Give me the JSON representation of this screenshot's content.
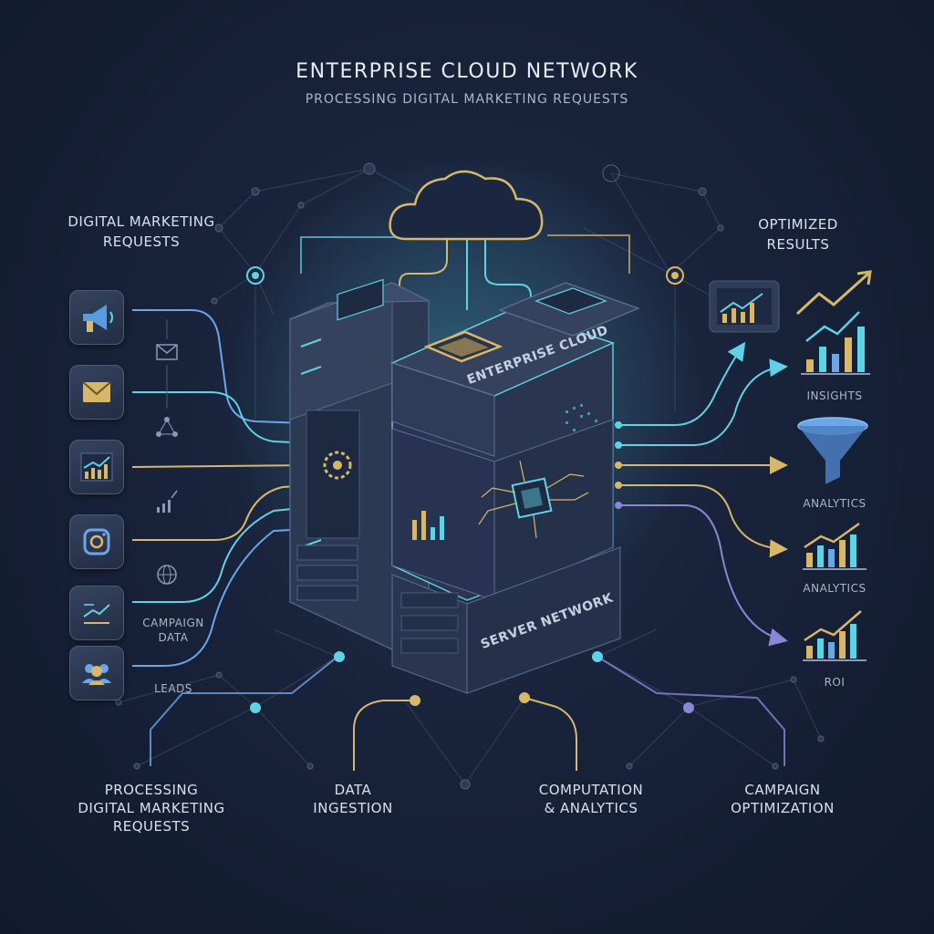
{
  "header": {
    "title": "ENTERPRISE CLOUD NETWORK",
    "subtitle": "PROCESSING DIGITAL MARKETING REQUESTS"
  },
  "left": {
    "heading": [
      "DIGITAL MARKETING",
      "REQUESTS"
    ],
    "campaign_label": [
      "CAMPAIGN",
      "DATA"
    ],
    "leads_label": "LEADS",
    "inputs": [
      "megaphone-icon",
      "email-icon",
      "chart-icon",
      "social-icon",
      "data-icon",
      "users-icon"
    ]
  },
  "right": {
    "heading": [
      "OPTIMIZED",
      "RESULTS"
    ],
    "outputs": [
      "INSIGHTS",
      "ANALYTICS",
      "ANALYTICS",
      "ROI"
    ]
  },
  "server": {
    "top_label": "ENTERPRISE CLOUD",
    "bottom_label": "SERVER NETWORK"
  },
  "bottom": {
    "stages": [
      [
        "PROCESSING",
        "DIGITAL MARKETING",
        "REQUESTS"
      ],
      [
        "DATA",
        "INGESTION"
      ],
      [
        "COMPUTATION",
        "& ANALYTICS"
      ],
      [
        "CAMPAIGN",
        "OPTIMIZATION"
      ]
    ]
  },
  "colors": {
    "cyan": "#5fd3e6",
    "gold": "#d7b86a",
    "blue": "#6aa6e8",
    "purple": "#8b86d8",
    "background": "#18223a"
  }
}
